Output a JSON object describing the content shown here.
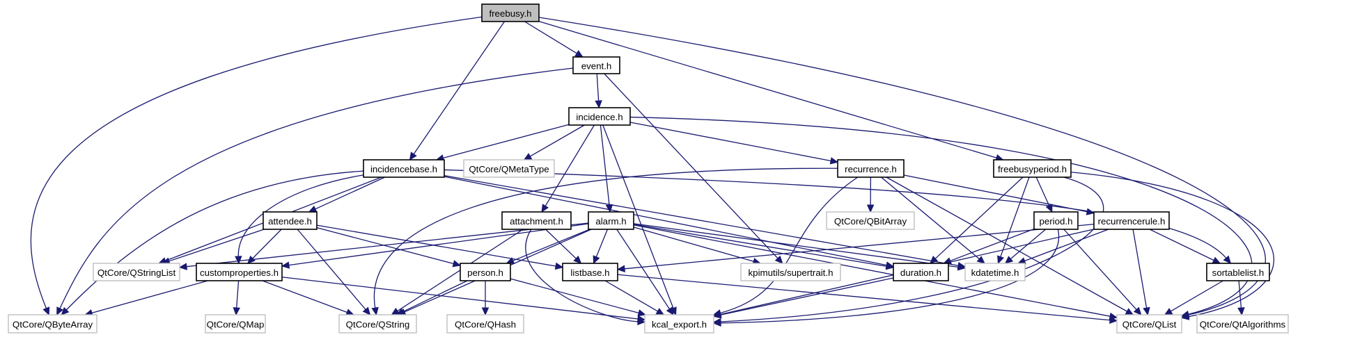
{
  "title": "freebusy.h include dependency graph",
  "colors": {
    "edge": "#191970",
    "root_fill": "#bfbfbf",
    "internal_border": "#000000",
    "external_border": "#bfbfbf"
  },
  "nodes": [
    {
      "id": "freebusy",
      "label": "freebusy.h",
      "kind": "root"
    },
    {
      "id": "event",
      "label": "event.h",
      "kind": "internal"
    },
    {
      "id": "incidence",
      "label": "incidence.h",
      "kind": "internal"
    },
    {
      "id": "incidencebase",
      "label": "incidencebase.h",
      "kind": "internal"
    },
    {
      "id": "qmetatype",
      "label": "QtCore/QMetaType",
      "kind": "external"
    },
    {
      "id": "recurrence",
      "label": "recurrence.h",
      "kind": "internal"
    },
    {
      "id": "freebusyperiod",
      "label": "freebusyperiod.h",
      "kind": "internal"
    },
    {
      "id": "attendee",
      "label": "attendee.h",
      "kind": "internal"
    },
    {
      "id": "attachment",
      "label": "attachment.h",
      "kind": "internal"
    },
    {
      "id": "alarm",
      "label": "alarm.h",
      "kind": "internal"
    },
    {
      "id": "qbitarray",
      "label": "QtCore/QBitArray",
      "kind": "external"
    },
    {
      "id": "period",
      "label": "period.h",
      "kind": "internal"
    },
    {
      "id": "recurrencerule",
      "label": "recurrencerule.h",
      "kind": "internal"
    },
    {
      "id": "qstringlist",
      "label": "QtCore/QStringList",
      "kind": "external"
    },
    {
      "id": "customproperties",
      "label": "customproperties.h",
      "kind": "internal"
    },
    {
      "id": "person",
      "label": "person.h",
      "kind": "internal"
    },
    {
      "id": "listbase",
      "label": "listbase.h",
      "kind": "internal"
    },
    {
      "id": "supertrait",
      "label": "kpimutils/supertrait.h",
      "kind": "external"
    },
    {
      "id": "duration",
      "label": "duration.h",
      "kind": "internal"
    },
    {
      "id": "kdatetime",
      "label": "kdatetime.h",
      "kind": "external"
    },
    {
      "id": "sortablelist",
      "label": "sortablelist.h",
      "kind": "internal"
    },
    {
      "id": "qbytearray",
      "label": "QtCore/QByteArray",
      "kind": "external"
    },
    {
      "id": "qmap",
      "label": "QtCore/QMap",
      "kind": "external"
    },
    {
      "id": "qstring",
      "label": "QtCore/QString",
      "kind": "external"
    },
    {
      "id": "qhash",
      "label": "QtCore/QHash",
      "kind": "external"
    },
    {
      "id": "kcal_export",
      "label": "kcal_export.h",
      "kind": "external"
    },
    {
      "id": "qlist",
      "label": "QtCore/QList",
      "kind": "external"
    },
    {
      "id": "qtalgorithms",
      "label": "QtCore/QtAlgorithms",
      "kind": "external"
    }
  ],
  "edges": [
    [
      "freebusy",
      "event"
    ],
    [
      "freebusy",
      "incidencebase"
    ],
    [
      "freebusy",
      "freebusyperiod"
    ],
    [
      "freebusy",
      "qbytearray"
    ],
    [
      "freebusy",
      "qlist"
    ],
    [
      "event",
      "incidence"
    ],
    [
      "event",
      "qbytearray"
    ],
    [
      "event",
      "supertrait"
    ],
    [
      "incidence",
      "incidencebase"
    ],
    [
      "incidence",
      "qmetatype"
    ],
    [
      "incidence",
      "recurrence"
    ],
    [
      "incidence",
      "attachment"
    ],
    [
      "incidence",
      "alarm"
    ],
    [
      "incidence",
      "kcal_export"
    ],
    [
      "incidence",
      "qlist"
    ],
    [
      "incidencebase",
      "attendee"
    ],
    [
      "incidencebase",
      "customproperties"
    ],
    [
      "incidencebase",
      "qstringlist"
    ],
    [
      "incidencebase",
      "qbytearray"
    ],
    [
      "incidencebase",
      "duration"
    ],
    [
      "incidencebase",
      "kdatetime"
    ],
    [
      "incidencebase",
      "sortablelist"
    ],
    [
      "recurrence",
      "qbitarray"
    ],
    [
      "recurrence",
      "recurrencerule"
    ],
    [
      "recurrence",
      "kdatetime"
    ],
    [
      "recurrence",
      "qstring"
    ],
    [
      "recurrence",
      "kcal_export"
    ],
    [
      "recurrence",
      "qlist"
    ],
    [
      "freebusyperiod",
      "period"
    ],
    [
      "freebusyperiod",
      "duration"
    ],
    [
      "freebusyperiod",
      "kdatetime"
    ],
    [
      "freebusyperiod",
      "kcal_export"
    ],
    [
      "freebusyperiod",
      "qlist"
    ],
    [
      "attendee",
      "customproperties"
    ],
    [
      "attendee",
      "person"
    ],
    [
      "attendee",
      "listbase"
    ],
    [
      "attendee",
      "qstringlist"
    ],
    [
      "attendee",
      "qstring"
    ],
    [
      "attachment",
      "listbase"
    ],
    [
      "attachment",
      "qstring"
    ],
    [
      "attachment",
      "kcal_export"
    ],
    [
      "alarm",
      "person"
    ],
    [
      "alarm",
      "listbase"
    ],
    [
      "alarm",
      "customproperties"
    ],
    [
      "alarm",
      "qstringlist"
    ],
    [
      "alarm",
      "qstring"
    ],
    [
      "alarm",
      "duration"
    ],
    [
      "alarm",
      "kdatetime"
    ],
    [
      "alarm",
      "supertrait"
    ],
    [
      "alarm",
      "kcal_export"
    ],
    [
      "alarm",
      "qlist"
    ],
    [
      "period",
      "duration"
    ],
    [
      "period",
      "kdatetime"
    ],
    [
      "period",
      "kcal_export"
    ],
    [
      "period",
      "qlist"
    ],
    [
      "recurrencerule",
      "listbase"
    ],
    [
      "recurrencerule",
      "kdatetime"
    ],
    [
      "recurrencerule",
      "sortablelist"
    ],
    [
      "recurrencerule",
      "kcal_export"
    ],
    [
      "recurrencerule",
      "qlist"
    ],
    [
      "customproperties",
      "qbytearray"
    ],
    [
      "customproperties",
      "qmap"
    ],
    [
      "customproperties",
      "qstring"
    ],
    [
      "customproperties",
      "kcal_export"
    ],
    [
      "person",
      "qstring"
    ],
    [
      "person",
      "qhash"
    ],
    [
      "person",
      "kcal_export"
    ],
    [
      "listbase",
      "kcal_export"
    ],
    [
      "listbase",
      "qlist"
    ],
    [
      "duration",
      "kcal_export"
    ],
    [
      "sortablelist",
      "qlist"
    ],
    [
      "sortablelist",
      "qtalgorithms"
    ]
  ]
}
